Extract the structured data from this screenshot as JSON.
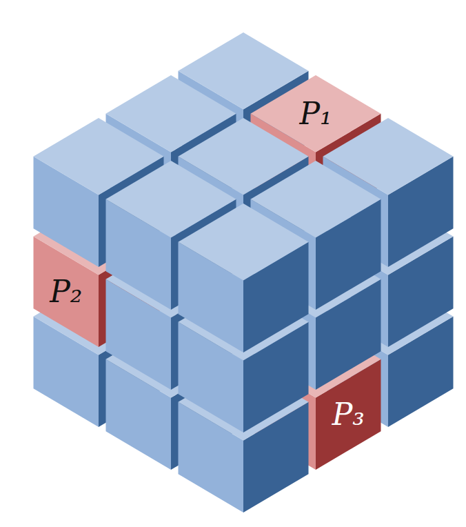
{
  "diagram": {
    "labels": [
      "P₁",
      "P₂",
      "P₃"
    ]
  }
}
